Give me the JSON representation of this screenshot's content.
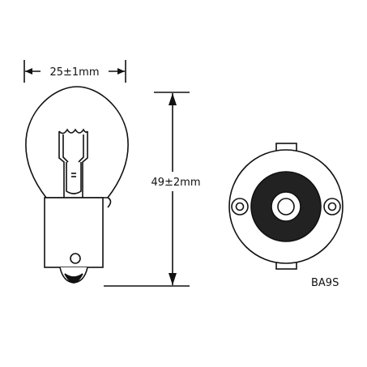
{
  "dimensions": {
    "width_label": "25±1mm",
    "height_label": "49±2mm"
  },
  "base_type_label": "BA9S",
  "colors": {
    "line": "#111111",
    "fill": "#ffffff",
    "contact_fill": "#222222"
  }
}
